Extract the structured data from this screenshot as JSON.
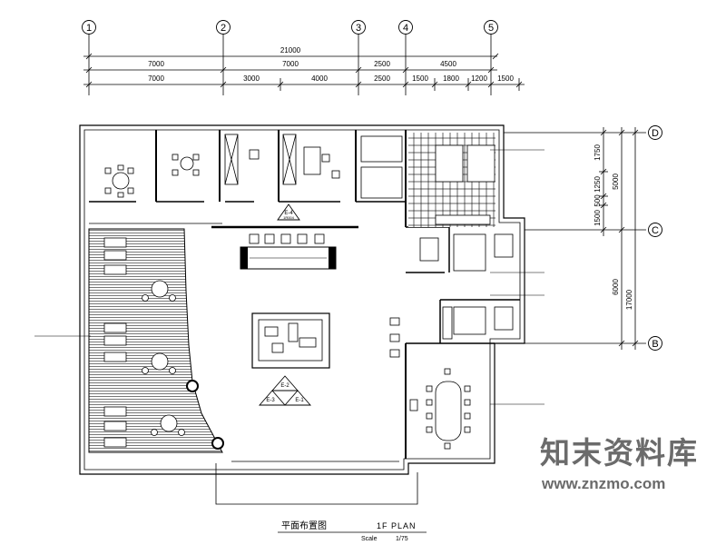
{
  "grid": {
    "columns": [
      "1",
      "2",
      "3",
      "4",
      "5"
    ],
    "rows": [
      "D",
      "C",
      "B"
    ]
  },
  "dimensions": {
    "overall": "21000",
    "row1": [
      "7000",
      "7000",
      "2500",
      "4500"
    ],
    "row2": [
      "7000",
      "3000",
      "4000",
      "2500",
      "1500",
      "1800",
      "1200",
      "1500"
    ],
    "right_outer": [
      "1750",
      "1250",
      "500",
      "1500",
      "6000"
    ],
    "right_inner": [
      "5000",
      "17000"
    ]
  },
  "section_marks": [
    "E-4",
    "E-3",
    "E-2",
    "E-1"
  ],
  "section_sub": "1R004",
  "title": {
    "cn": "平面布置图",
    "en": "1F  PLAN",
    "scale_label": "Scale",
    "scale_value": "1/75"
  },
  "watermark": {
    "cn": "知末资料库",
    "url": "www.znzmo.com"
  },
  "colors": {
    "line": "#000000",
    "watermark": "#6b6b6b"
  }
}
